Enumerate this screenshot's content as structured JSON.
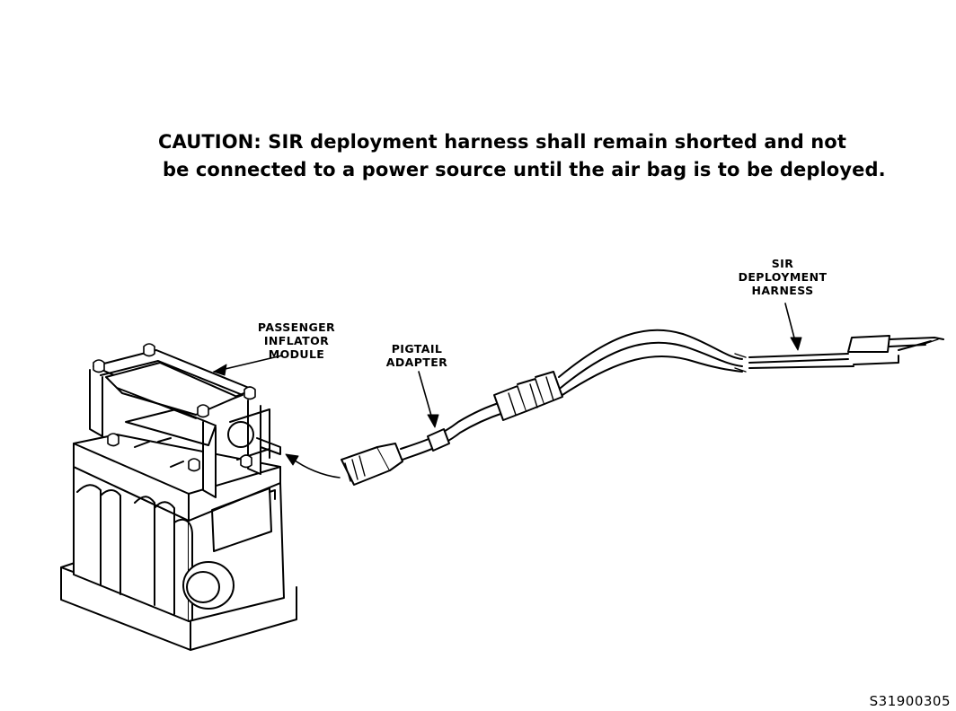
{
  "caution": {
    "line1": "CAUTION:  SIR deployment harness shall remain shorted and not",
    "line2": "be connected to a power source until the air bag is to be deployed."
  },
  "labels": {
    "sir_harness": [
      "SIR",
      "DEPLOYMENT",
      "HARNESS"
    ],
    "passenger_module": [
      "PASSENGER",
      "INFLATOR",
      "MODULE"
    ],
    "pigtail": [
      "PIGTAIL",
      "ADAPTER"
    ]
  },
  "figure_id": "S31900305"
}
